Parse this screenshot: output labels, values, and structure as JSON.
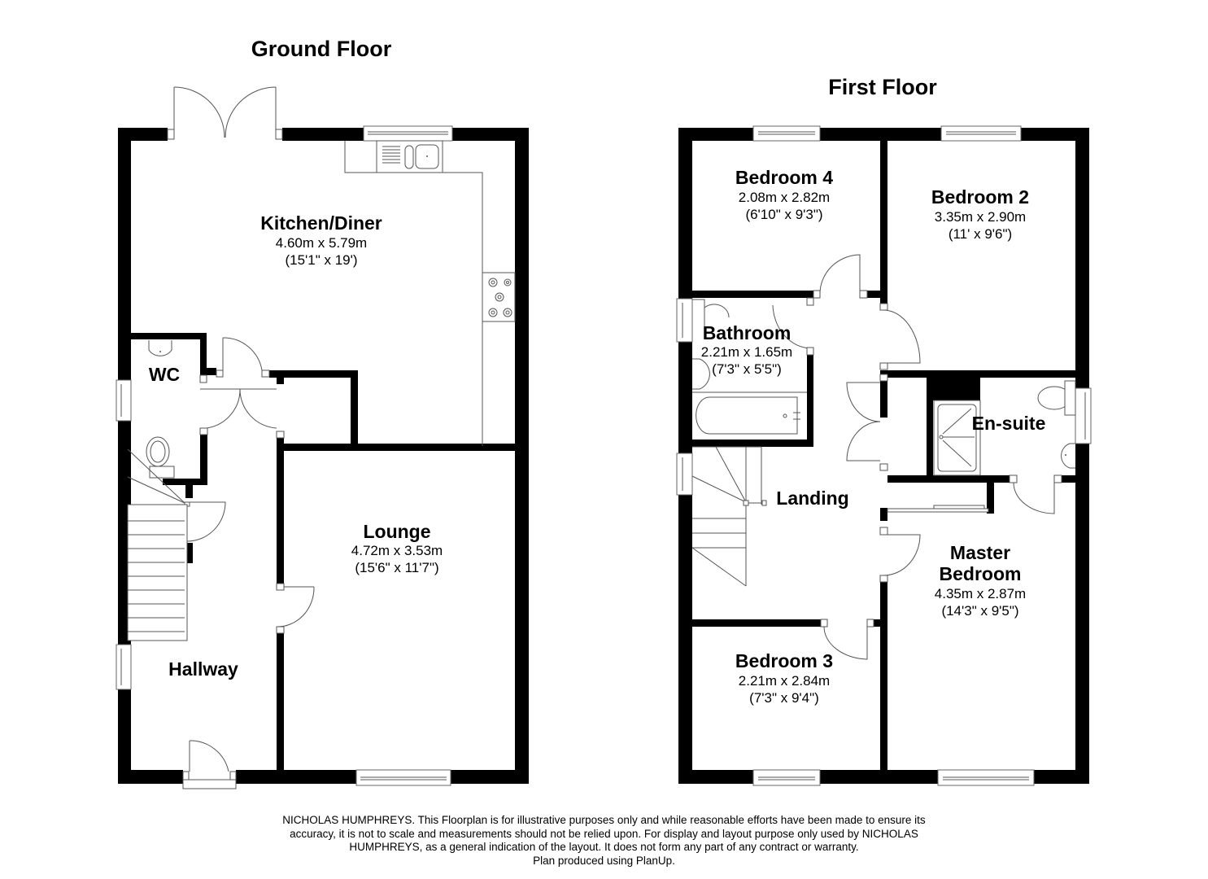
{
  "ground_floor": {
    "title": "Ground Floor",
    "rooms": {
      "kitchen": {
        "name": "Kitchen/Diner",
        "metric": "4.60m x 5.79m",
        "imperial": "(15'1\" x 19')"
      },
      "wc": {
        "name": "WC"
      },
      "lounge": {
        "name": "Lounge",
        "metric": "4.72m x 3.53m",
        "imperial": "(15'6\" x 11'7\")"
      },
      "hallway": {
        "name": "Hallway"
      }
    }
  },
  "first_floor": {
    "title": "First Floor",
    "rooms": {
      "bedroom4": {
        "name": "Bedroom 4",
        "metric": "2.08m x 2.82m",
        "imperial": "(6'10\" x 9'3\")"
      },
      "bedroom2": {
        "name": "Bedroom 2",
        "metric": "3.35m x 2.90m",
        "imperial": "(11' x 9'6\")"
      },
      "bathroom": {
        "name": "Bathroom",
        "metric": "2.21m x 1.65m",
        "imperial": "(7'3\" x 5'5\")"
      },
      "ensuite": {
        "name": "En-suite"
      },
      "landing": {
        "name": "Landing"
      },
      "master": {
        "name_line1": "Master",
        "name_line2": "Bedroom",
        "metric": "4.35m x 2.87m",
        "imperial": "(14'3\" x 9'5\")"
      },
      "bedroom3": {
        "name": "Bedroom 3",
        "metric": "2.21m x 2.84m",
        "imperial": "(7'3\" x 9'4\")"
      }
    }
  },
  "disclaimer": {
    "line1": "NICHOLAS HUMPHREYS. This Floorplan is for illustrative purposes only and while reasonable efforts have been made to ensure its",
    "line2": "accuracy, it is not to scale and measurements should not be relied upon. For display and layout purpose only used by NICHOLAS",
    "line3": "HUMPHREYS, as a general indication of the layout. It does not form any part of any contract or warranty.",
    "line4": "Plan produced using PlanUp."
  },
  "icons": [
    "window-icon",
    "door-icon",
    "french-door-icon",
    "sink-icon",
    "hob-icon",
    "toilet-icon",
    "basin-icon",
    "bath-icon",
    "shower-icon",
    "staircase-icon"
  ]
}
